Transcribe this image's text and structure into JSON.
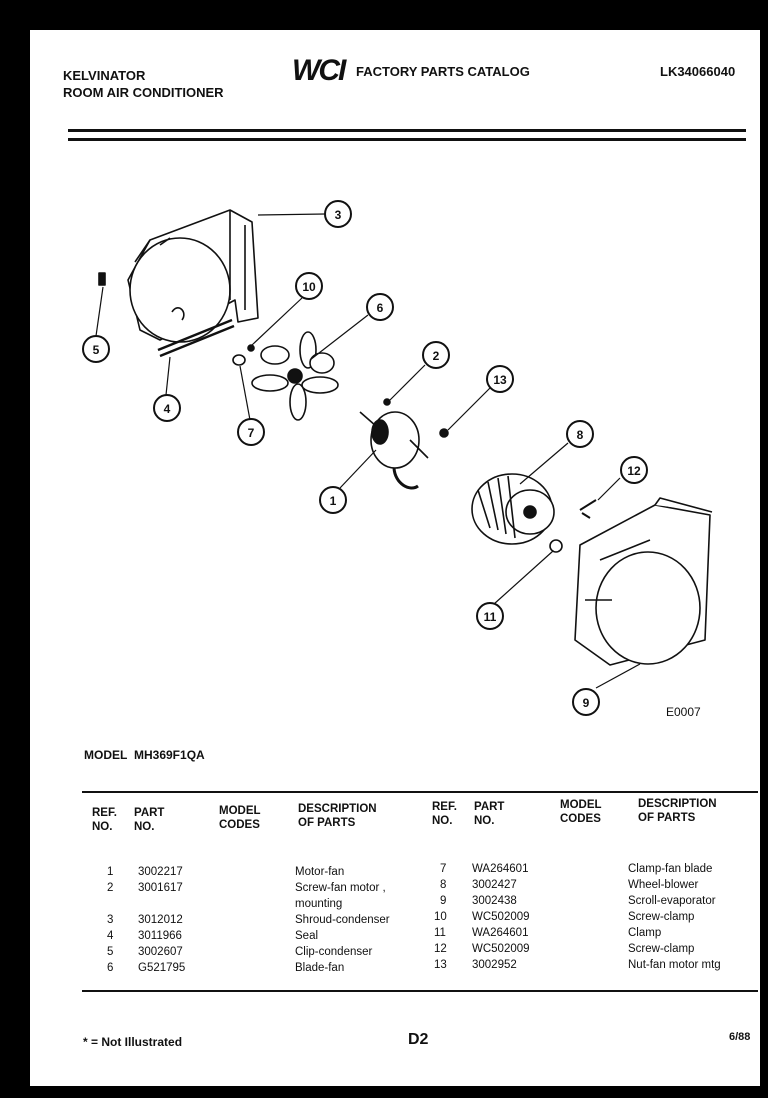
{
  "header": {
    "brand": "KELVINATOR",
    "product_line": "ROOM AIR CONDITIONER",
    "logo_text": "WCI",
    "catalog_title": "FACTORY PARTS CATALOG",
    "catalog_number": "LK34066040"
  },
  "diagram": {
    "drawing_code": "E0007",
    "callouts": [
      "1",
      "2",
      "3",
      "4",
      "5",
      "6",
      "7",
      "8",
      "9",
      "10",
      "11",
      "12",
      "13"
    ]
  },
  "model": {
    "label": "MODEL",
    "number": "MH369F1QA"
  },
  "table": {
    "headers": {
      "ref": "REF.\nNO.",
      "part": "PART\nNO.",
      "codes": "MODEL\nCODES",
      "desc": "DESCRIPTION\nOF PARTS"
    },
    "left_rows": [
      {
        "ref": "1",
        "part": "3002217",
        "desc": "Motor-fan"
      },
      {
        "ref": "2",
        "part": "3001617",
        "desc": "Screw-fan motor ,"
      },
      {
        "ref": "",
        "part": "",
        "desc": "mounting"
      },
      {
        "ref": "3",
        "part": "3012012",
        "desc": "Shroud-condenser"
      },
      {
        "ref": "4",
        "part": "3011966",
        "desc": "Seal"
      },
      {
        "ref": "5",
        "part": "3002607",
        "desc": "Clip-condenser"
      },
      {
        "ref": "6",
        "part": "G521795",
        "desc": "Blade-fan"
      }
    ],
    "right_rows": [
      {
        "ref": "7",
        "part": "WA264601",
        "desc": "Clamp-fan blade"
      },
      {
        "ref": "8",
        "part": "3002427",
        "desc": "Wheel-blower"
      },
      {
        "ref": "9",
        "part": "3002438",
        "desc": "Scroll-evaporator"
      },
      {
        "ref": "10",
        "part": "WC502009",
        "desc": "Screw-clamp"
      },
      {
        "ref": "11",
        "part": "WA264601",
        "desc": "Clamp"
      },
      {
        "ref": "12",
        "part": "WC502009",
        "desc": "Screw-clamp"
      },
      {
        "ref": "13",
        "part": "3002952",
        "desc": "Nut-fan motor mtg"
      }
    ]
  },
  "footer": {
    "note": "* = Not Illustrated",
    "page": "D2",
    "date": "6/88"
  }
}
